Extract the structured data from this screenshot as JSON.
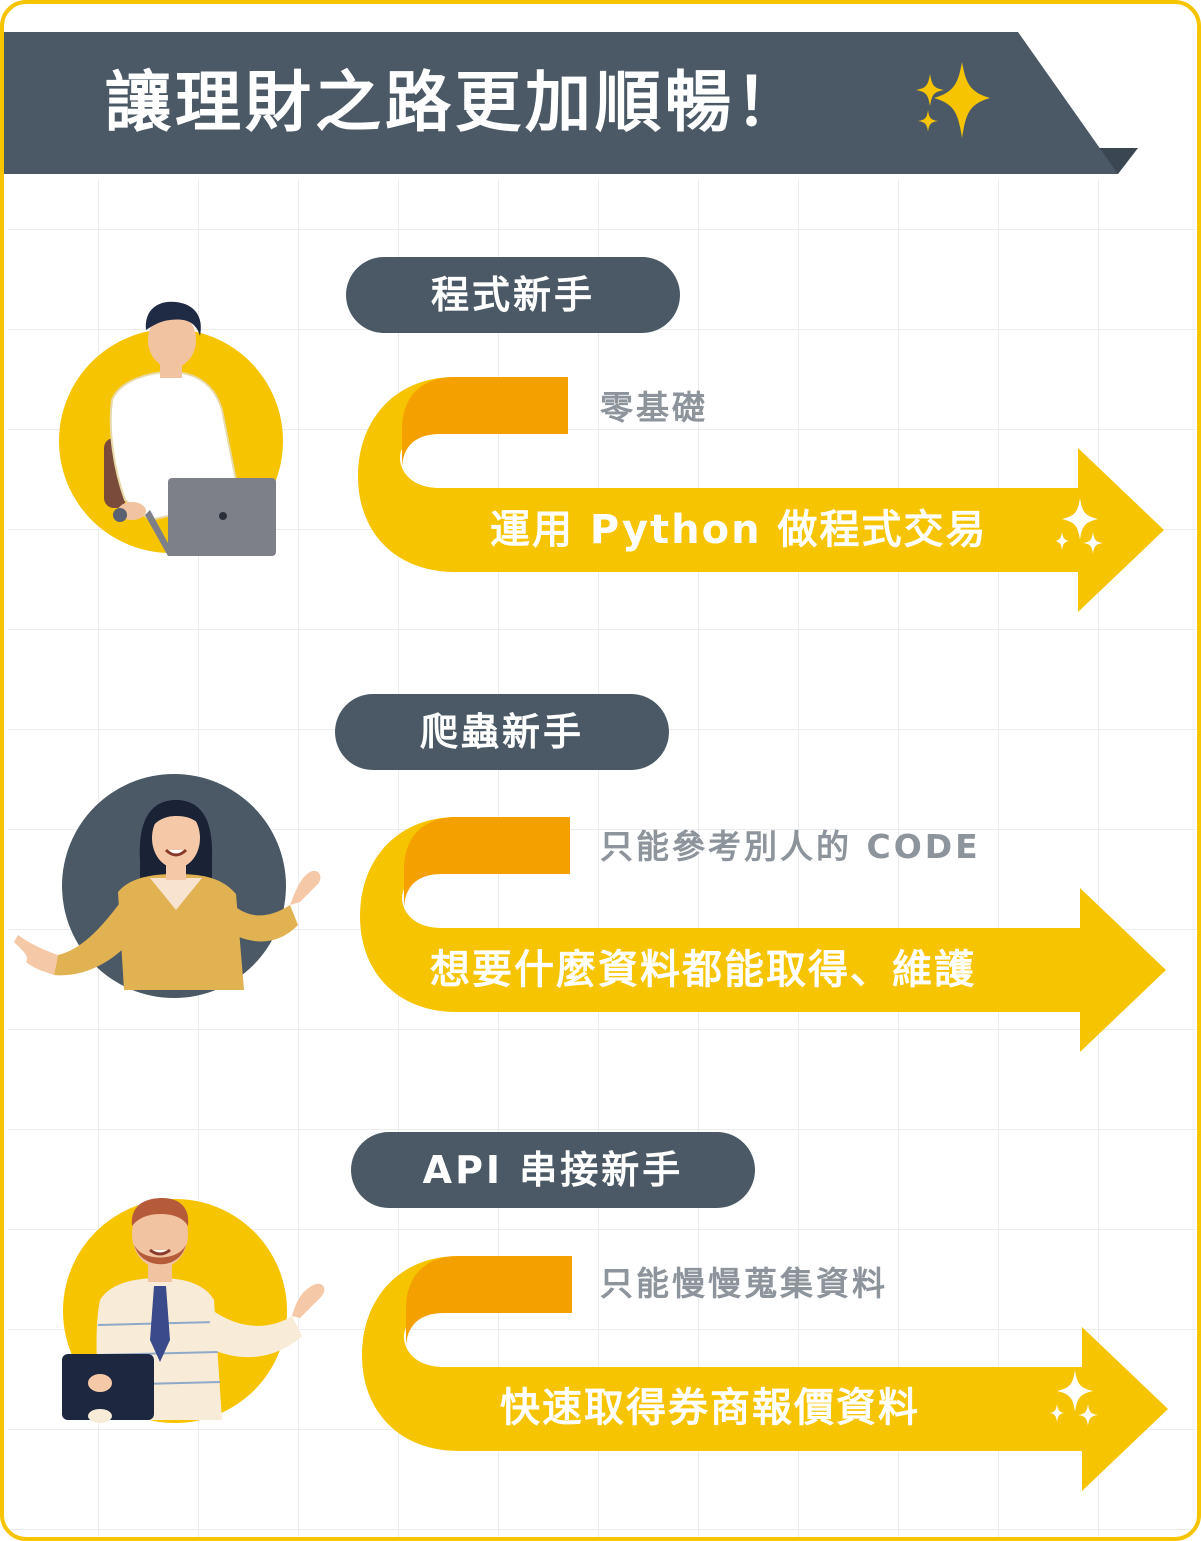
{
  "header": {
    "title": "讓理財之路更加順暢！",
    "sparkle_icon": "sparkle-icon"
  },
  "sections": [
    {
      "tag": "程式新手",
      "before": "零基礎",
      "after": "運用 Python 做程式交易",
      "avatar": "man-with-laptop",
      "sparkle": true
    },
    {
      "tag": "爬蟲新手",
      "before": "只能參考別人的 CODE",
      "after": "想要什麼資料都能取得、維護",
      "avatar": "woman-meditating",
      "sparkle": false
    },
    {
      "tag": "API 串接新手",
      "before": "只能慢慢蒐集資料",
      "after": "快速取得券商報價資料",
      "avatar": "man-with-tie",
      "sparkle": true
    }
  ],
  "colors": {
    "accent": "#f6c400",
    "accent_dark": "#f4a000",
    "slate": "#4b5967",
    "muted_text": "#8e949b"
  }
}
